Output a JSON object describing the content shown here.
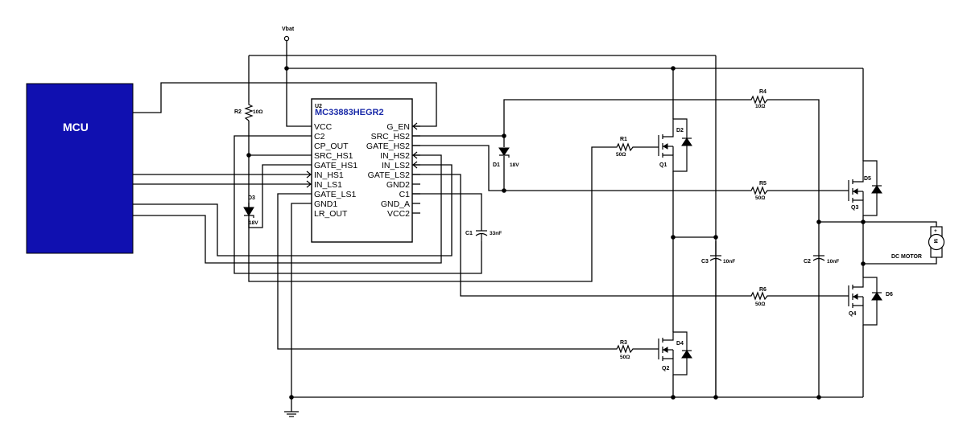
{
  "mcu": {
    "label": "MCU",
    "color": "#1010b0"
  },
  "supply": {
    "vbat_label": "Vbat"
  },
  "chip": {
    "ref": "U2",
    "part": "MC33883HEGR2",
    "left_pins": [
      "VCC",
      "C2",
      "CP_OUT",
      "SRC_HS1",
      "GATE_HS1",
      "IN_HS1",
      "IN_LS1",
      "GATE_LS1",
      "GND1",
      "LR_OUT"
    ],
    "right_pins": [
      "G_EN",
      "SRC_HS2",
      "GATE_HS2",
      "IN_HS2",
      "IN_LS2",
      "GATE_LS2",
      "GND2",
      "C1",
      "GND_A",
      "VCC2"
    ]
  },
  "components": {
    "R2": {
      "ref": "R2",
      "value": "10Ω"
    },
    "D3": {
      "ref": "D3",
      "value": "18V"
    },
    "D1": {
      "ref": "D1",
      "value": "18V"
    },
    "C1": {
      "ref": "C1",
      "value": "33nF"
    },
    "R1": {
      "ref": "R1",
      "value": "50Ω"
    },
    "Q1": {
      "ref": "Q1"
    },
    "D2": {
      "ref": "D2"
    },
    "R3": {
      "ref": "R3",
      "value": "50Ω"
    },
    "Q2": {
      "ref": "Q2"
    },
    "D4": {
      "ref": "D4"
    },
    "C3": {
      "ref": "C3",
      "value": "10nF"
    },
    "R4": {
      "ref": "R4",
      "value": "10Ω"
    },
    "R5": {
      "ref": "R5",
      "value": "50Ω"
    },
    "R6": {
      "ref": "R6",
      "value": "50Ω"
    },
    "Q3": {
      "ref": "Q3"
    },
    "D5": {
      "ref": "D5"
    },
    "Q4": {
      "ref": "Q4"
    },
    "D6": {
      "ref": "D6"
    },
    "C2": {
      "ref": "C2",
      "value": "10nF"
    },
    "motor": {
      "ref": "DC MOTOR",
      "symbol": "M",
      "plus": "+"
    }
  }
}
